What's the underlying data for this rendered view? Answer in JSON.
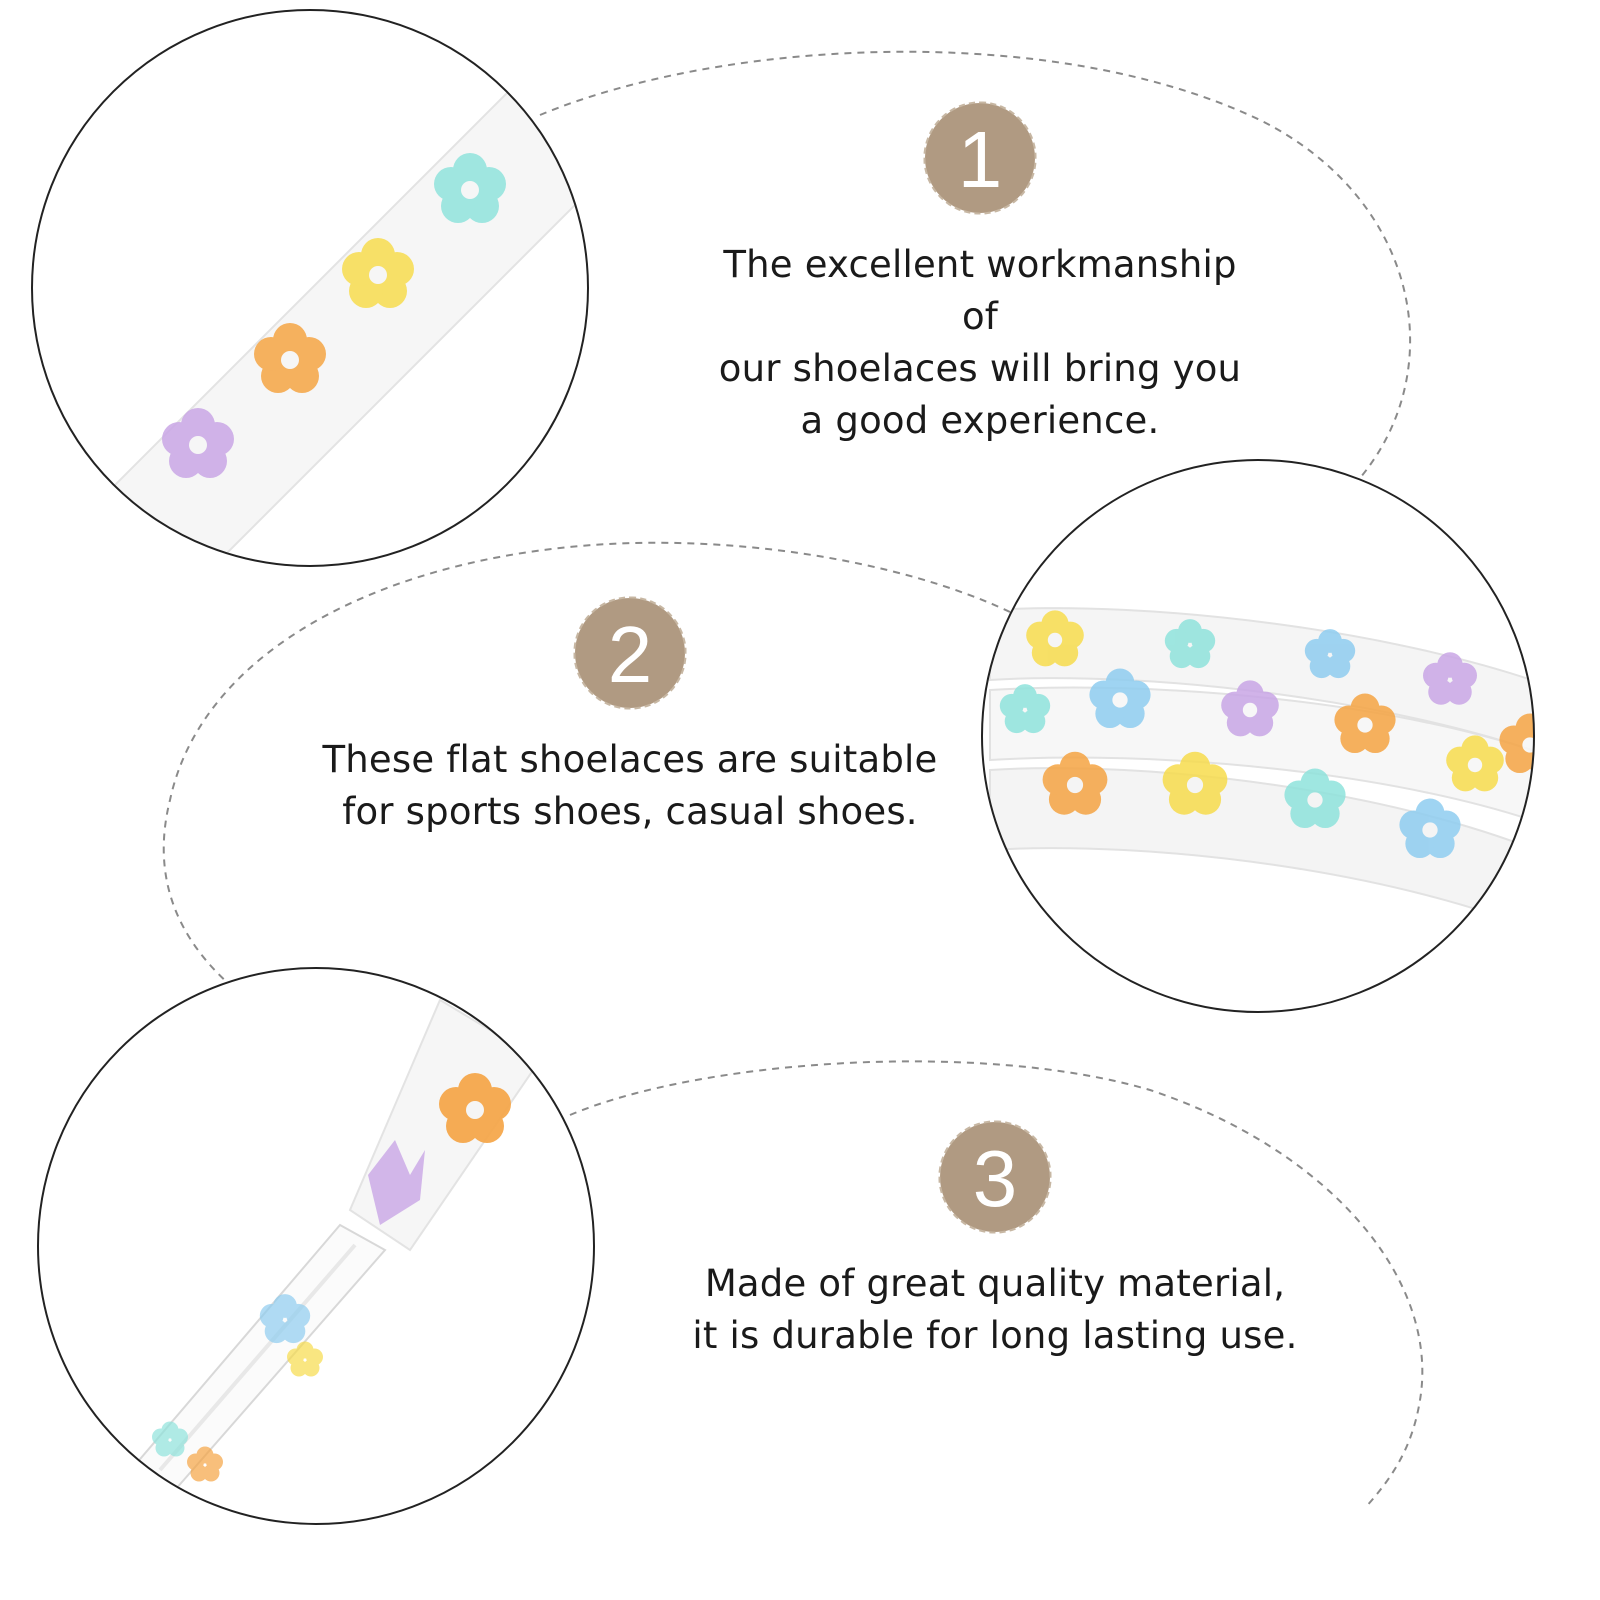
{
  "features": [
    {
      "number": "1",
      "text": "The excellent workmanship of\nour shoelaces will bring you\na good experience."
    },
    {
      "number": "2",
      "text": "These flat shoelaces are suitable\nfor sports shoes, casual shoes."
    },
    {
      "number": "3",
      "text": "Made of great quality material,\nit is durable for long lasting use."
    }
  ],
  "colors": {
    "badge": "#b09a82",
    "outline": "#222222",
    "dash": "#8a8a8a",
    "flower_lilac": "#c9a6e6",
    "flower_orange": "#f5a443",
    "flower_yellow": "#f7dc4d",
    "flower_mint": "#8fe3dc",
    "flower_blue": "#8fcdf0"
  }
}
